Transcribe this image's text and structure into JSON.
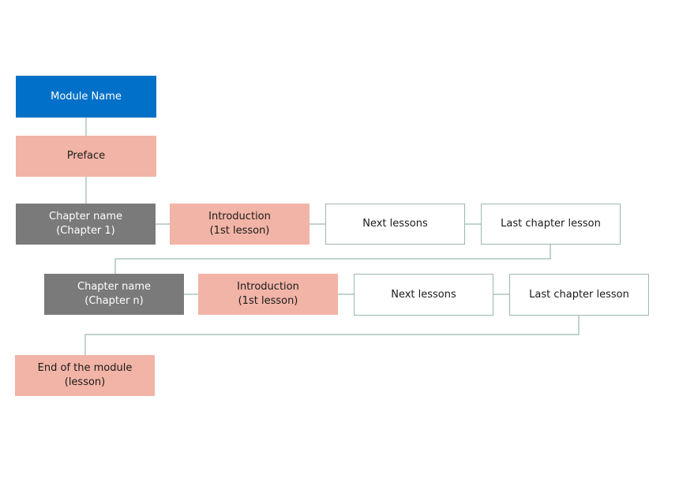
{
  "colors": {
    "module": "#0070c8",
    "lesson": "#f2b4a6",
    "chapter": "#7a7a7a",
    "plain": "#ffffff",
    "connector": "#7fa89c"
  },
  "nodes": {
    "module_name": [
      "Module Name"
    ],
    "preface": [
      "Preface"
    ],
    "chapter_1": [
      "Chapter name",
      "(Chapter 1)"
    ],
    "intro_1": [
      "Introduction",
      "(1st lesson)"
    ],
    "next_1": [
      "Next lessons"
    ],
    "last_1": [
      "Last chapter lesson"
    ],
    "chapter_n": [
      "Chapter name",
      "(Chapter n)"
    ],
    "intro_n": [
      "Introduction",
      "(1st lesson)"
    ],
    "next_n": [
      "Next lessons"
    ],
    "last_n": [
      "Last chapter lesson"
    ],
    "end_module": [
      "End of the module",
      "(lesson)"
    ]
  }
}
